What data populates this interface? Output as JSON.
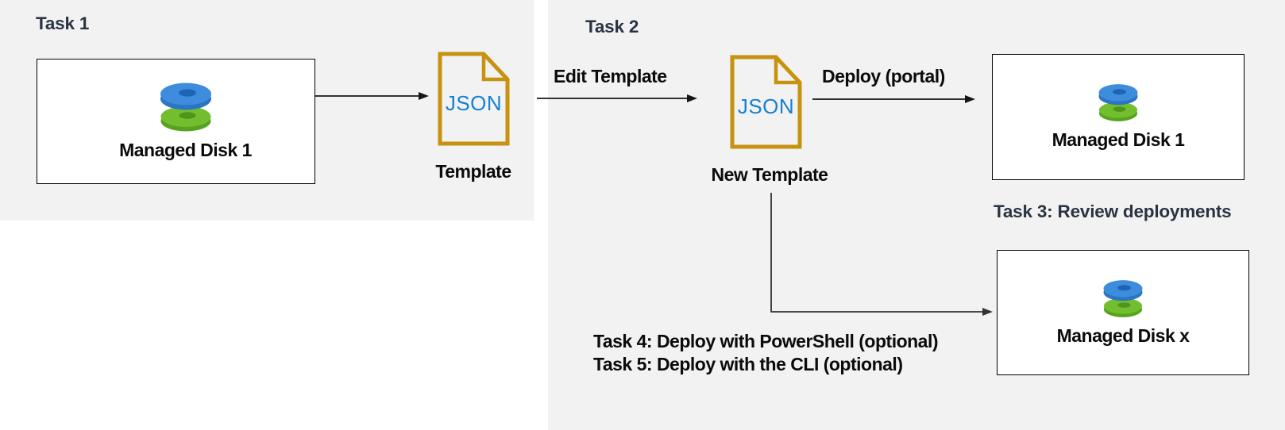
{
  "panels": {
    "task1": {
      "heading": "Task 1"
    },
    "task2": {
      "heading": "Task 2"
    }
  },
  "nodes": {
    "source_disk": {
      "label": "Managed Disk 1",
      "icon": "managed-disk-icon"
    },
    "template_file": {
      "file_text": "JSON",
      "caption": "Template",
      "icon": "json-file-icon"
    },
    "new_template_file": {
      "file_text": "JSON",
      "caption": "New Template",
      "icon": "json-file-icon"
    },
    "portal_disk": {
      "label": "Managed Disk 1",
      "icon": "managed-disk-icon"
    },
    "cli_disk": {
      "label": "Managed Disk x",
      "icon": "managed-disk-icon"
    }
  },
  "edges": {
    "export_arrow": {
      "label": ""
    },
    "edit_arrow": {
      "label": "Edit Template"
    },
    "deploy_portal_arrow": {
      "label": "Deploy (portal)"
    },
    "deploy_cli_arrow": {
      "label": ""
    }
  },
  "annotations": {
    "task3": "Task 3: Review deployments",
    "task4": "Task 4: Deploy with PowerShell (optional)",
    "task5": "Task 5: Deploy with the CLI (optional)"
  },
  "colors": {
    "panel_bg": "#f2f2f2",
    "page_bg": "#ffffff",
    "heading_text": "#293341",
    "label_text": "#0b0b0b",
    "box_border": "#000000",
    "box_fill": "#ffffff",
    "arrow": "#161616",
    "elbow_arrow": "#333333",
    "json_file_outline": "#c6920f",
    "json_text": "#1580d4",
    "disk_blue_top": "#3e8cdc",
    "disk_blue_side": "#2c74c4",
    "disk_blue_hole": "#1e64b4",
    "disk_green_top": "#72be2f",
    "disk_green_side": "#57a31e",
    "disk_green_hole": "#4e951c"
  }
}
